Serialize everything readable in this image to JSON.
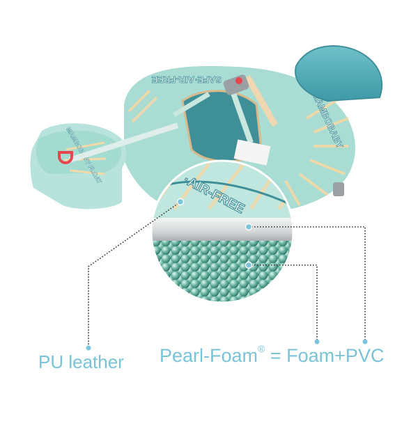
{
  "product": {
    "name": "Mambobaby baby swim float",
    "brand_text_ring": "MAMBOBABY",
    "brand_text_arm": "MAMBOBABY FLOAT",
    "ring_slogan": "SAFE·AIR-FREE",
    "zoom_slogan": "·AIR-FREE"
  },
  "callouts": {
    "pu_leather": {
      "label": "PU leather"
    },
    "pearl_foam": {
      "label_prefix": "Pearl-Foam",
      "registered": "®",
      "label_suffix": " = Foam+PVC"
    }
  },
  "colors": {
    "label": "#79c3d8",
    "dot": "#7cc4dc",
    "leader": "#333333",
    "float_mint": "#a9dcd3",
    "float_teal": "#3f8f98",
    "shell_cream": "#f3d9a8",
    "pad_teal": "#5aaeb9",
    "foam_bead": "#5aa596",
    "pvc_grey": "#c9cccd",
    "buckle_red": "#e8464e"
  }
}
